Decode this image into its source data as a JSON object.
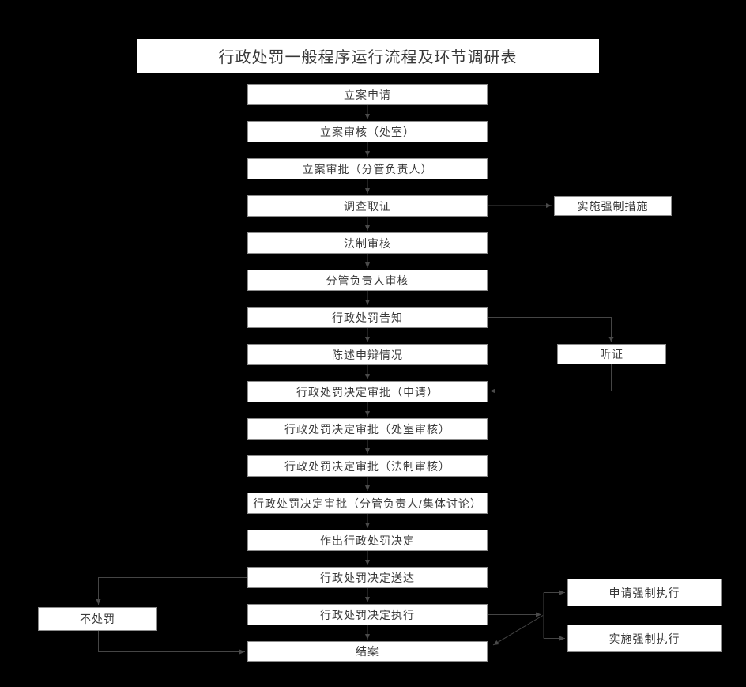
{
  "diagram": {
    "title": "行政处罚一般程序运行流程及环节调研表",
    "main_flow": [
      "立案申请",
      "立案审核（处室）",
      "立案审批（分管负责人）",
      "调查取证",
      "法制审核",
      "分管负责人审核",
      "行政处罚告知",
      "陈述申辩情况",
      "行政处罚决定审批（申请）",
      "行政处罚决定审批（处室审核）",
      "行政处罚决定审批（法制审核）",
      "行政处罚决定审批（分管负责人/集体讨论）",
      "作出行政处罚决定",
      "行政处罚决定送达",
      "行政处罚决定执行",
      "结案"
    ],
    "side_nodes": {
      "compulsory_measures": "实施强制措施",
      "hearing": "听证",
      "no_penalty": "不处罚",
      "apply_enforcement": "申请强制执行",
      "implement_enforcement": "实施强制执行"
    },
    "edges": {
      "main_chain": "sequential top-to-bottom with down arrows",
      "branches": [
        [
          "调查取证",
          "实施强制措施"
        ],
        [
          "行政处罚告知",
          "听证"
        ],
        [
          "听证",
          "行政处罚决定审批（申请）"
        ],
        [
          "行政处罚决定送达",
          "不处罚"
        ],
        [
          "不处罚",
          "结案"
        ],
        [
          "行政处罚决定执行",
          "申请强制执行"
        ],
        [
          "行政处罚决定执行",
          "实施强制执行"
        ],
        [
          "行政处罚决定执行",
          "结案"
        ]
      ]
    },
    "colors": {
      "background": "#000000",
      "box_fill": "#ffffff",
      "box_border": "#8c8c8c",
      "text": "#3a3a3a",
      "line": "#454545"
    }
  }
}
